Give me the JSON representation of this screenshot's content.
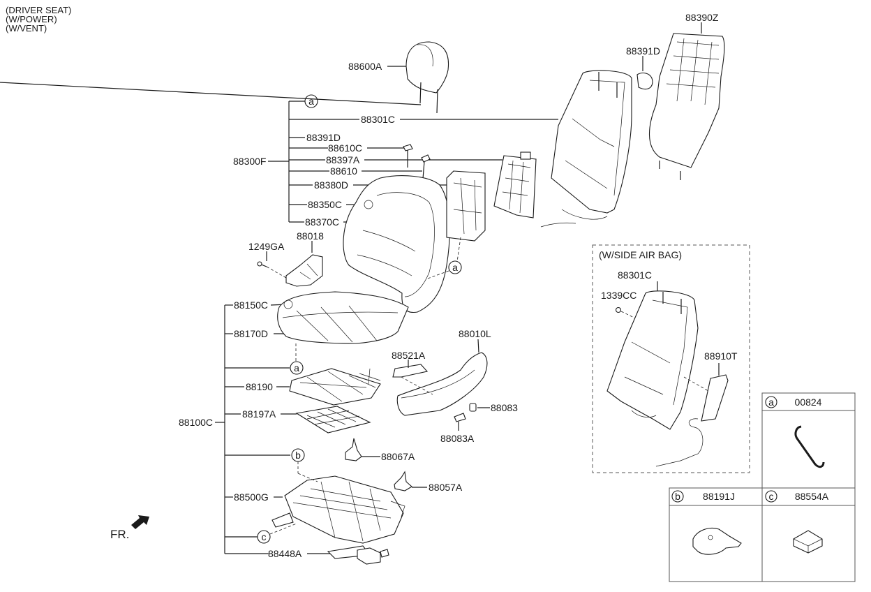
{
  "notes": [
    "(DRIVER SEAT)",
    "(W/POWER)",
    "(W/VENT)"
  ],
  "direction_label": "FR.",
  "callouts": {
    "a": "a",
    "b": "b",
    "c": "c"
  },
  "parts": {
    "headrest": "88600A",
    "back_frame": "88301C",
    "back_frame_cap": "88391D",
    "back_board": "88390Z",
    "back_assembly": "88300F",
    "guide_cap": "88391D",
    "guide_lock": "88610C",
    "vent_fan_back": "88397A",
    "guide": "88610",
    "back_heater_vent": "88380D",
    "back_pad": "88350C",
    "back_cover": "88370C",
    "screw": "1249GA",
    "shield_cover": "88018",
    "cushion_pad": "88150C",
    "cushion_cover": "88170D",
    "cushion_assembly": "88100C",
    "cushion_heater_vent": "88190",
    "cushion_mat": "88197A",
    "side_shield": "88010L",
    "switch": "88521A",
    "knob": "88083",
    "knob_a": "88083A",
    "bracket_1": "88067A",
    "bracket_2": "88057A",
    "track_assembly": "88500G",
    "motor": "88448A"
  },
  "airbag_variant": {
    "title": "(W/SIDE AIR BAG)",
    "frame": "88301C",
    "nut": "1339CC",
    "airbag_module": "88910T"
  },
  "legend": [
    {
      "key": "a",
      "part": "00824"
    },
    {
      "key": "b",
      "part": "88191J"
    },
    {
      "key": "c",
      "part": "88554A"
    }
  ]
}
